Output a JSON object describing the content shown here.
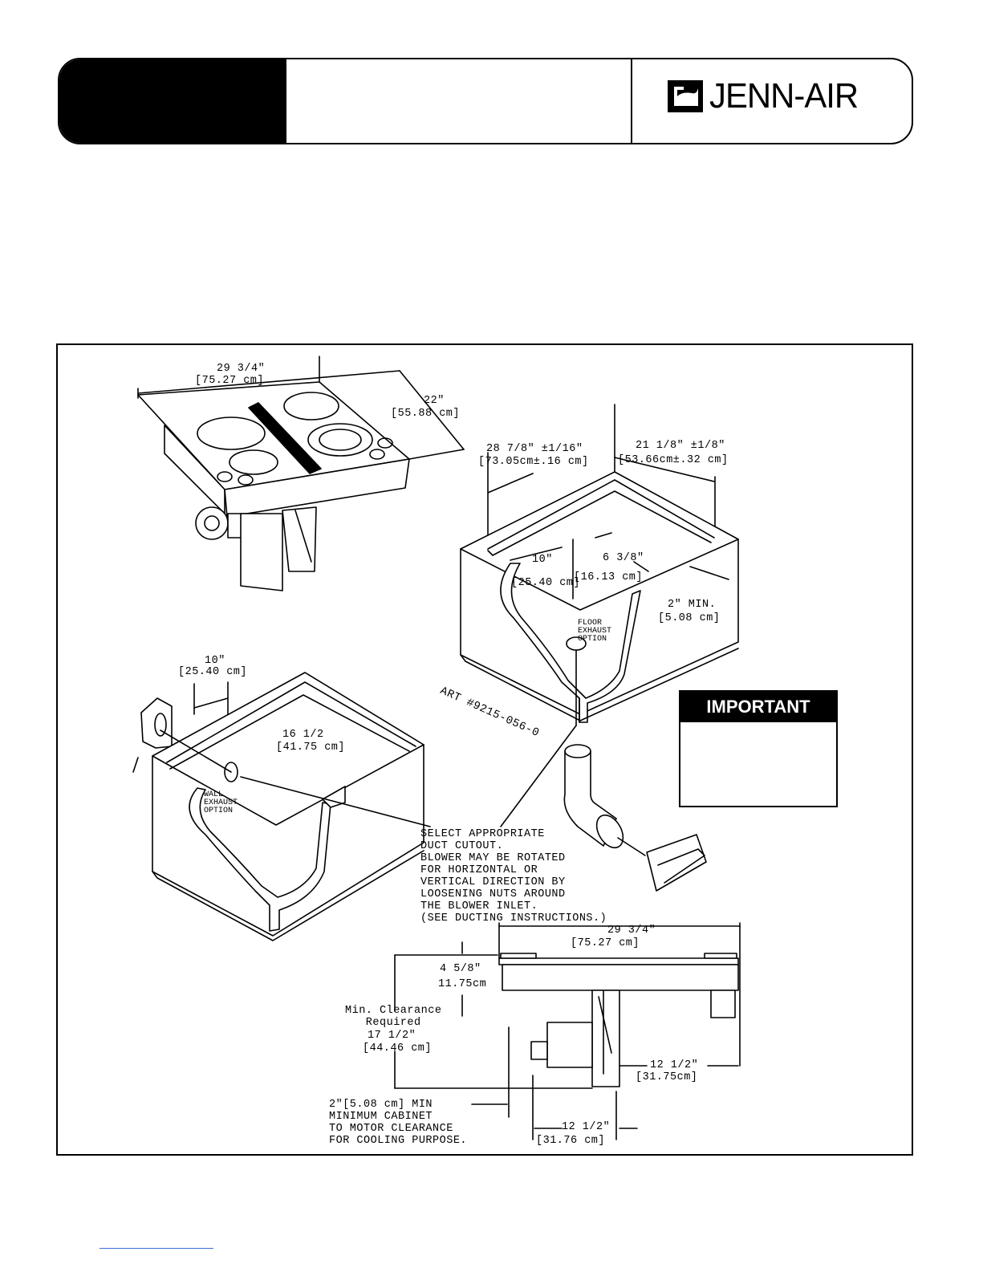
{
  "header": {
    "brand": "JENN-AIR",
    "logo_icon": "jenn-air-logo-mark"
  },
  "important": {
    "title": "IMPORTANT"
  },
  "figure": {
    "top_cooktop": {
      "width_in": "29 3/4\"",
      "width_cm": "[75.27 cm]",
      "depth_in": "22\"",
      "depth_cm": "[55.88 cm]"
    },
    "floor_cabinet": {
      "width_in": "28 7/8\" ±1/16\"",
      "width_cm": "[73.05cm±.16 cm]",
      "depth_in": "21 1/8\" ±1/8\"",
      "depth_cm": "[53.66cm±.32 cm]",
      "back_in": "10\"",
      "back_cm": "[25.40 cm]",
      "center_in": "6 3/8\"",
      "center_cm": "[16.13 cm]",
      "min_in": "2\" MIN.",
      "min_cm": "[5.08 cm]",
      "floor_label": "FLOOR\nEXHAUST\nOPTION",
      "art_number": "ART #9215-056-0"
    },
    "wall_cabinet": {
      "side_in": "10\"",
      "side_cm": "[25.40 cm]",
      "height_in": "16 1/2",
      "height_cm": "[41.75 cm]",
      "wall_label": "WALL\nEXHAUST\nOPTION"
    },
    "duct_note": "SELECT APPROPRIATE\nDUCT CUTOUT.\nBLOWER MAY BE ROTATED\nFOR HORIZONTAL OR\nVERTICAL DIRECTION BY\nLOOSENING NUTS AROUND\nTHE BLOWER INLET.\n(SEE DUCTING INSTRUCTIONS.)",
    "side_view": {
      "width_in": "29 3/4\"",
      "width_cm": "[75.27 cm]",
      "top_in": "4 5/8\"",
      "top_cm": "11.75cm",
      "clearance_label": "Min. Clearance\nRequired",
      "clearance_in": "17 1/2\"",
      "clearance_cm": "[44.46 cm]",
      "right_in": "12 1/2\"",
      "right_cm": "[31.75cm]",
      "bottom_in": "12 1/2\"",
      "bottom_cm": "[31.76 cm]",
      "motor_note": "2\"[5.08 cm] MIN\nMINIMUM CABINET\nTO MOTOR CLEARANCE\nFOR COOLING PURPOSE."
    }
  }
}
